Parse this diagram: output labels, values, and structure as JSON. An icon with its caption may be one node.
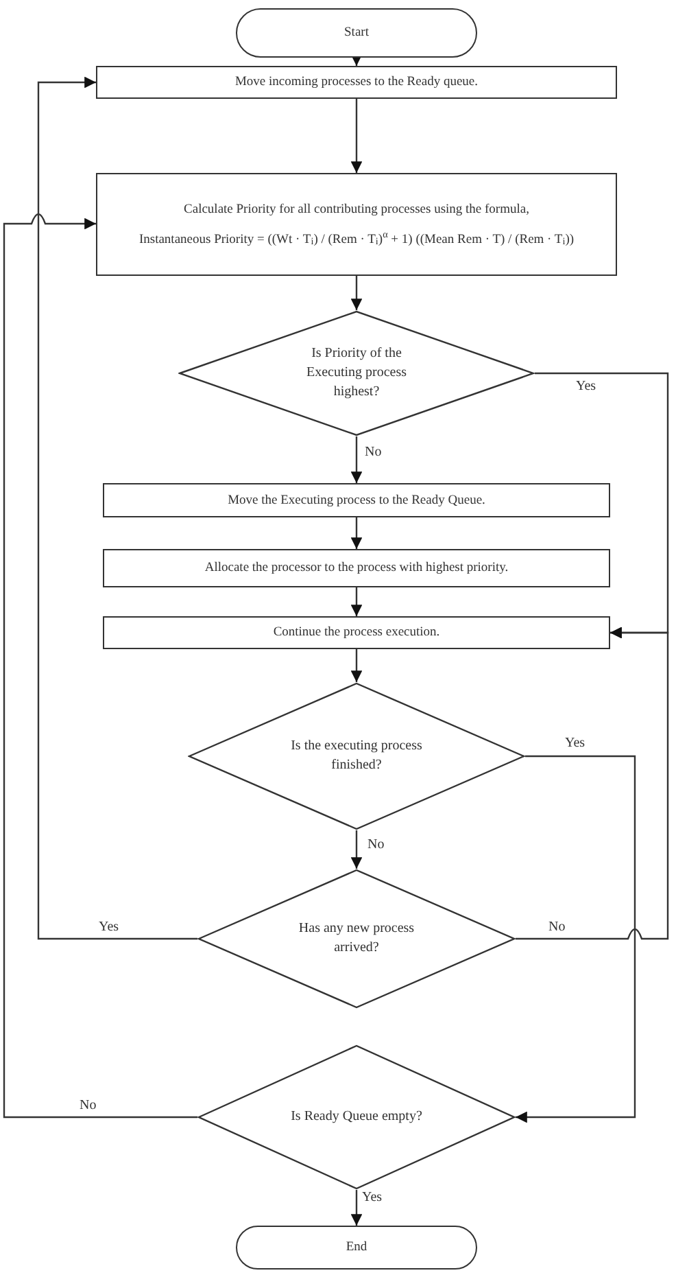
{
  "diagram": {
    "nodes": [
      {
        "text": [
          "Start"
        ]
      },
      {
        "text": [
          "Move incoming processes to the Ready queue."
        ]
      },
      {
        "text": [
          "Calculate Priority for all contributing processes using the formula,",
          "Instantaneous Priority = ((Wt · T$_{i}$) / (Rem · T$_{i}$)$^{α}$ + 1) ((Mean Rem · T) / (Rem · T$_{i}$))"
        ]
      },
      {
        "text": [
          "Is Priority of the Executing process highest?"
        ]
      },
      {
        "text": [
          "Move the Executing process to the Ready Queue."
        ]
      },
      {
        "text": [
          "Allocate the processor to the process with highest priority."
        ]
      },
      {
        "text": [
          "Continue the process execution."
        ]
      },
      {
        "text": [
          "Is the executing process finished?"
        ]
      },
      {
        "text": [
          "Has any new process arrived?"
        ]
      },
      {
        "text": [
          "Is Ready Queue empty?"
        ]
      },
      {
        "text": [
          "End"
        ]
      }
    ],
    "edges": [
      {
        "from": 0,
        "to": 1,
        "arrow": "to"
      },
      {
        "from": 1,
        "to": 2,
        "arrow": "to"
      },
      {
        "from": 2,
        "to": 3,
        "arrow": "to"
      },
      {
        "from": 3,
        "to": 6,
        "arrow": "to",
        "label": "Yes"
      },
      {
        "from": 3,
        "to": 4,
        "arrow": "to",
        "label": "No"
      },
      {
        "from": 4,
        "to": 5,
        "arrow": "to"
      },
      {
        "from": 5,
        "to": 6,
        "arrow": "to"
      },
      {
        "from": 6,
        "to": 7,
        "arrow": "to"
      },
      {
        "from": 7,
        "to": 9,
        "arrow": "to",
        "label": "Yes"
      },
      {
        "from": 7,
        "to": 8,
        "arrow": "to",
        "label": "No"
      },
      {
        "from": 8,
        "to": 1,
        "arrow": "to",
        "label": "Yes"
      },
      {
        "from": 8,
        "to": 6,
        "arrow": "to",
        "label": "No"
      },
      {
        "from": 9,
        "to": 2,
        "arrow": "to",
        "label": "No"
      },
      {
        "from": 9,
        "to": 10,
        "arrow": "to",
        "label": "Yes"
      }
    ]
  }
}
